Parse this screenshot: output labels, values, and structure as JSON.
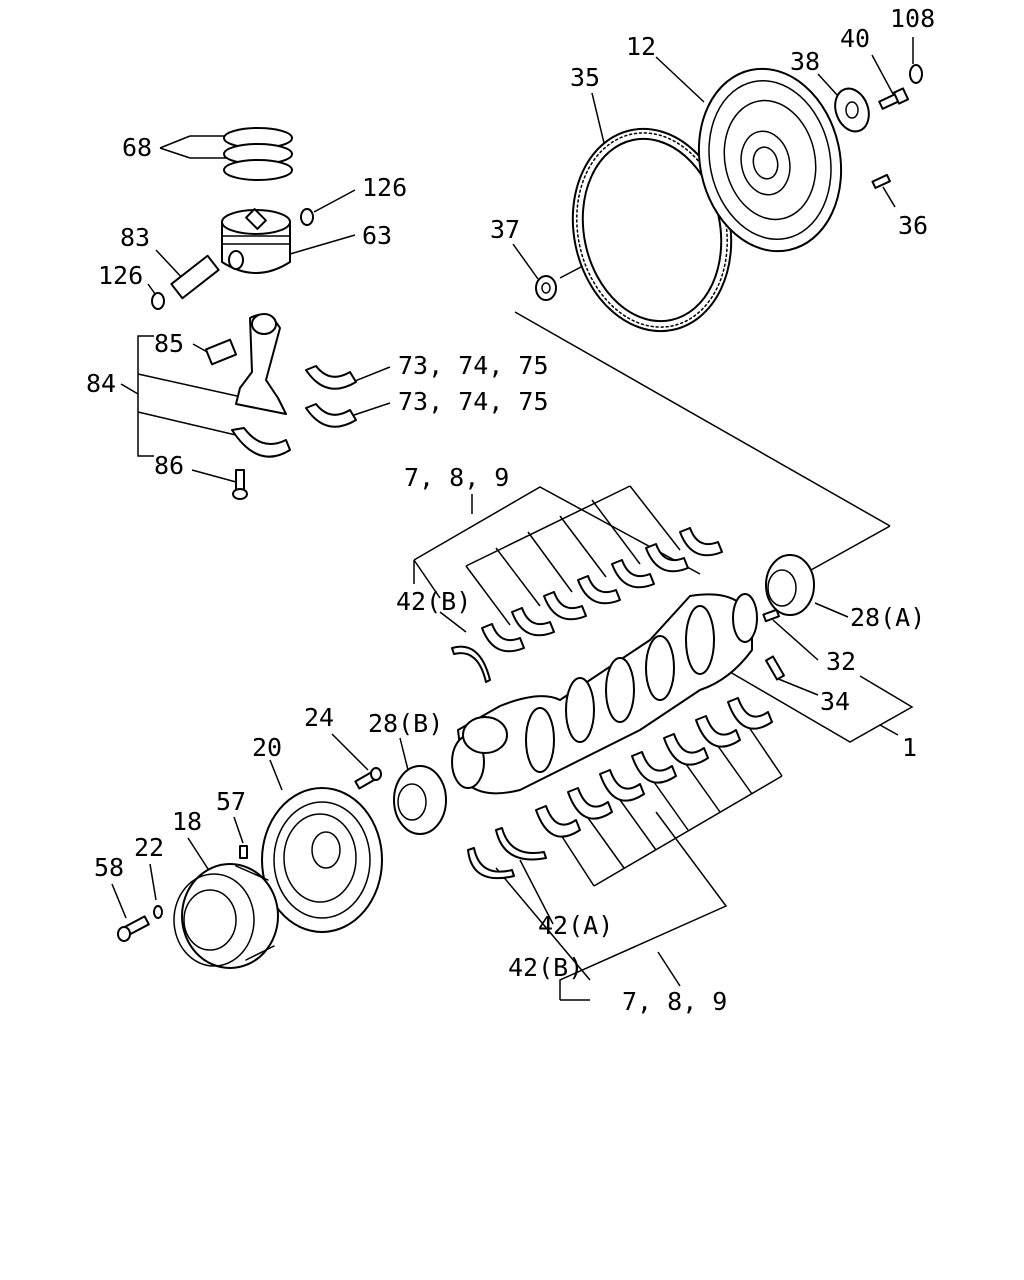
{
  "colors": {
    "ink": "#000000",
    "paper": "#ffffff"
  },
  "labels": {
    "l108": "108",
    "l12": "12",
    "l40": "40",
    "l38": "38",
    "l35": "35",
    "l68": "68",
    "l126a": "126",
    "l63": "63",
    "l83": "83",
    "l126b": "126",
    "l37": "37",
    "l36": "36",
    "l85": "85",
    "l73a": "73, 74, 75",
    "l73b": "73, 74, 75",
    "l84": "84",
    "l86": "86",
    "l789top": "7, 8, 9",
    "l42btop": "42(B)",
    "l28a": "28(A)",
    "l32": "32",
    "l34": "34",
    "l1": "1",
    "l24": "24",
    "l28b": "28(B)",
    "l20": "20",
    "l57": "57",
    "l18": "18",
    "l22": "22",
    "l58": "58",
    "l42a": "42(A)",
    "l42bbot": "42(B)",
    "l789bot": "7, 8, 9"
  }
}
